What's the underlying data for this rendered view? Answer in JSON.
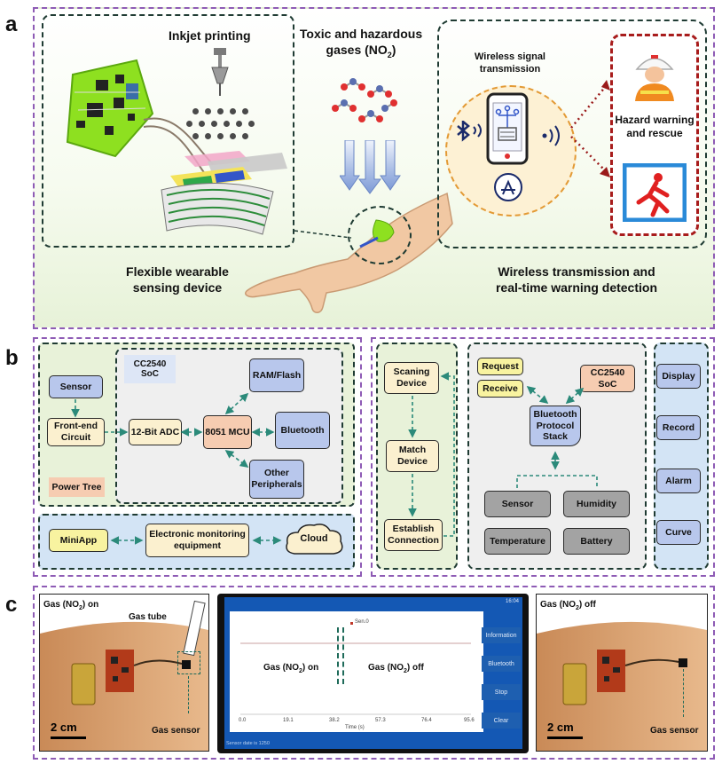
{
  "panels": {
    "a": "a",
    "b": "b",
    "c": "c"
  },
  "panel_a": {
    "inkjet_printing": "Inkjet printing",
    "toxic_gases_line1": "Toxic and hazardous",
    "toxic_gases_line2": "gases (NO",
    "toxic_gases_sub": "2",
    "toxic_gases_end": ")",
    "wireless_signal": "Wireless signal transmission",
    "hazard_warning": "Hazard warning and rescue",
    "flexible_device_line1": "Flexible wearable",
    "flexible_device_line2": "sensing device",
    "wireless_detect_line1": "Wireless transmission and",
    "wireless_detect_line2": "real-time warning detection",
    "icons": [
      "circuit-board-icon",
      "inkjet-nozzle-icon",
      "gas-molecule-icon",
      "arrow-down-icon",
      "arm-icon",
      "phone-icon",
      "bluetooth-icon",
      "app-store-icon",
      "rescuer-icon",
      "exit-sign-icon"
    ]
  },
  "panel_b": {
    "soc_title": "CC2540\nSoC",
    "sensor": "Sensor",
    "front_end": "Front-end Circuit",
    "adc": "12-Bit ADC",
    "mcu": "8051 MCU",
    "ram": "RAM/Flash",
    "bluetooth": "Bluetooth",
    "peripherals": "Other Peripherals",
    "power_tree": "Power Tree",
    "miniapp": "MiniApp",
    "equipment": "Electronic monitoring equipment",
    "cloud": "Cloud",
    "scanning": "Scaning Device",
    "match": "Match Device",
    "establish": "Establish Connection",
    "request": "Request",
    "receive": "Receive",
    "cc2540": "CC2540\nSoC",
    "stack": "Bluetooth Protocol Stack",
    "sensor2": "Sensor",
    "humidity": "Humidity",
    "temperature": "Temperature",
    "battery": "Battery",
    "display": "Display",
    "record": "Record",
    "alarm": "Alarm",
    "curve": "Curve"
  },
  "panel_c": {
    "gas_on_prefix": "Gas (NO",
    "gas_sub": "2",
    "gas_on_suffix": ") on",
    "gas_off_suffix": ") off",
    "gas_tube": "Gas tube",
    "gas_sensor": "Gas sensor",
    "scale": "2 cm",
    "screen": {
      "legend": "Sen.0",
      "status": "16:04",
      "on_label_prefix": "Gas (NO",
      "on_label_suffix": ") on",
      "off_label_prefix": "Gas (NO",
      "off_label_suffix": ") off",
      "xlabel": "Time (s)",
      "footer": "Sensor date is 1250",
      "buttons": [
        "Information",
        "Bluetooth",
        "Stop",
        "Clear"
      ],
      "xticks": [
        "0.0",
        "19.1",
        "38.2",
        "57.3",
        "76.4",
        "95.6"
      ]
    }
  },
  "colors": {
    "panel_border": "#8e5bb5",
    "group_border": "#1f3b33",
    "block_blue": "#b8c7ec",
    "block_cream": "#fbf0cf",
    "block_peach": "#f6ccb1",
    "screen_blue": "#1e5fb0",
    "arrow_teal": "#2b8a7a"
  }
}
